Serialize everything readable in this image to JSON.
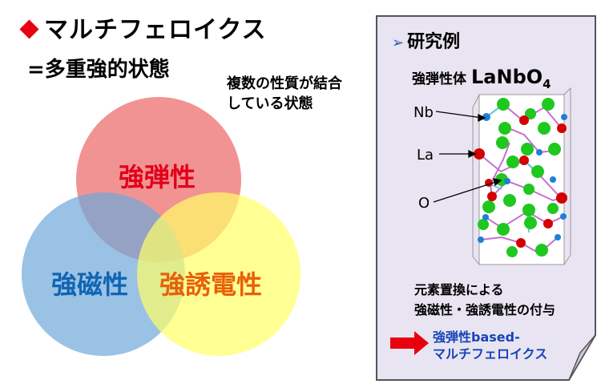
{
  "title": "マルチフェロイクス",
  "subtitle": "=多重強的状態",
  "note_lines": [
    "複数の性質が結合",
    "している状態"
  ],
  "venn": {
    "elastic": "強弾性",
    "magnetic": "強磁性",
    "ferroelectric": "強誘電性",
    "colors": {
      "elastic": "#f08080",
      "magnetic": "#6fa8d8",
      "ferroelectric": "#ffff66",
      "elastic_text": "#e2001a",
      "magnetic_text": "#1065b4",
      "ferroelectric_text": "#e8600a"
    }
  },
  "card": {
    "heading_marker": "➢",
    "heading": "研究例",
    "material_label": "強弾性体",
    "formula_main": "LaNbO",
    "formula_sub": "4",
    "atom_labels": {
      "nb": "Nb",
      "la": "La",
      "o": "O"
    },
    "desc_lines": [
      "元素置換による",
      "強磁性・強誘電性の付与"
    ],
    "result_lines": [
      "強弾性based-",
      "マルチフェロイクス"
    ],
    "colors": {
      "background": "#e9e4f2",
      "heading_marker": "#1f5fa8",
      "result_text": "#1544b8",
      "arrow": "#e8000e"
    },
    "atom_colors": {
      "nb": "#1e7fd8",
      "la": "#d40000",
      "o": "#1ec81e",
      "bond": "#c86ed0"
    }
  }
}
